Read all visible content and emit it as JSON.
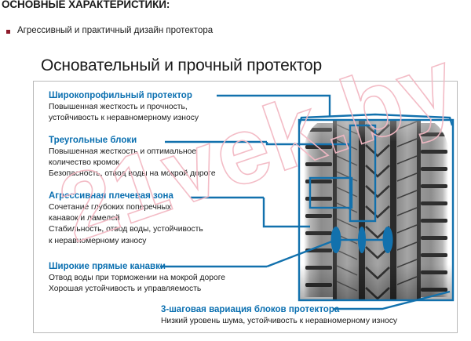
{
  "header": {
    "title": "ОСНОВНЫЕ ХАРАКТЕРИСТИКИ:",
    "bullet": "Агрессивный и практичный дизайн протектора",
    "bullet_color": "#8e1b2b"
  },
  "main_heading": "Основательный и прочный протектор",
  "accent_color": "#0a6fb0",
  "panel_border_color": "#b9b9b9",
  "watermark": {
    "text": "21vek.by",
    "color": "#f3b9c4"
  },
  "callouts": [
    {
      "id": "wide-profile-tread",
      "heading": "Широкопрофильный протектор",
      "lines": [
        "Повышенная жесткость и прочность,",
        "устойчивость к неравномерному износу"
      ]
    },
    {
      "id": "triangular-blocks",
      "heading": "Треугольные блоки",
      "lines": [
        "Повышенная жесткость и оптимальное",
        "количество кромок",
        "Безопасность, отвод воды на мокрой дороге"
      ]
    },
    {
      "id": "aggressive-shoulder-zone",
      "heading": "Агрессивная плечевая зона",
      "lines": [
        "Сочетание глубоких поперечных",
        "канавок и ламелей",
        "Стабильность, отвод воды, устойчивость",
        "к неравномерному износу"
      ]
    },
    {
      "id": "wide-straight-grooves",
      "heading": "Широкие прямые канавки",
      "lines": [
        "Отвод воды при торможении на мокрой дороге",
        "Хорошая устойчивость и управляемость"
      ]
    },
    {
      "id": "three-step-block-variation",
      "heading": "3-шаговая вариация блоков протектора",
      "lines": [
        "Низкий уровень шума, устойчивость к неравномерному износу"
      ]
    }
  ],
  "tire_image": {
    "alt": "tire-tread-photo"
  }
}
